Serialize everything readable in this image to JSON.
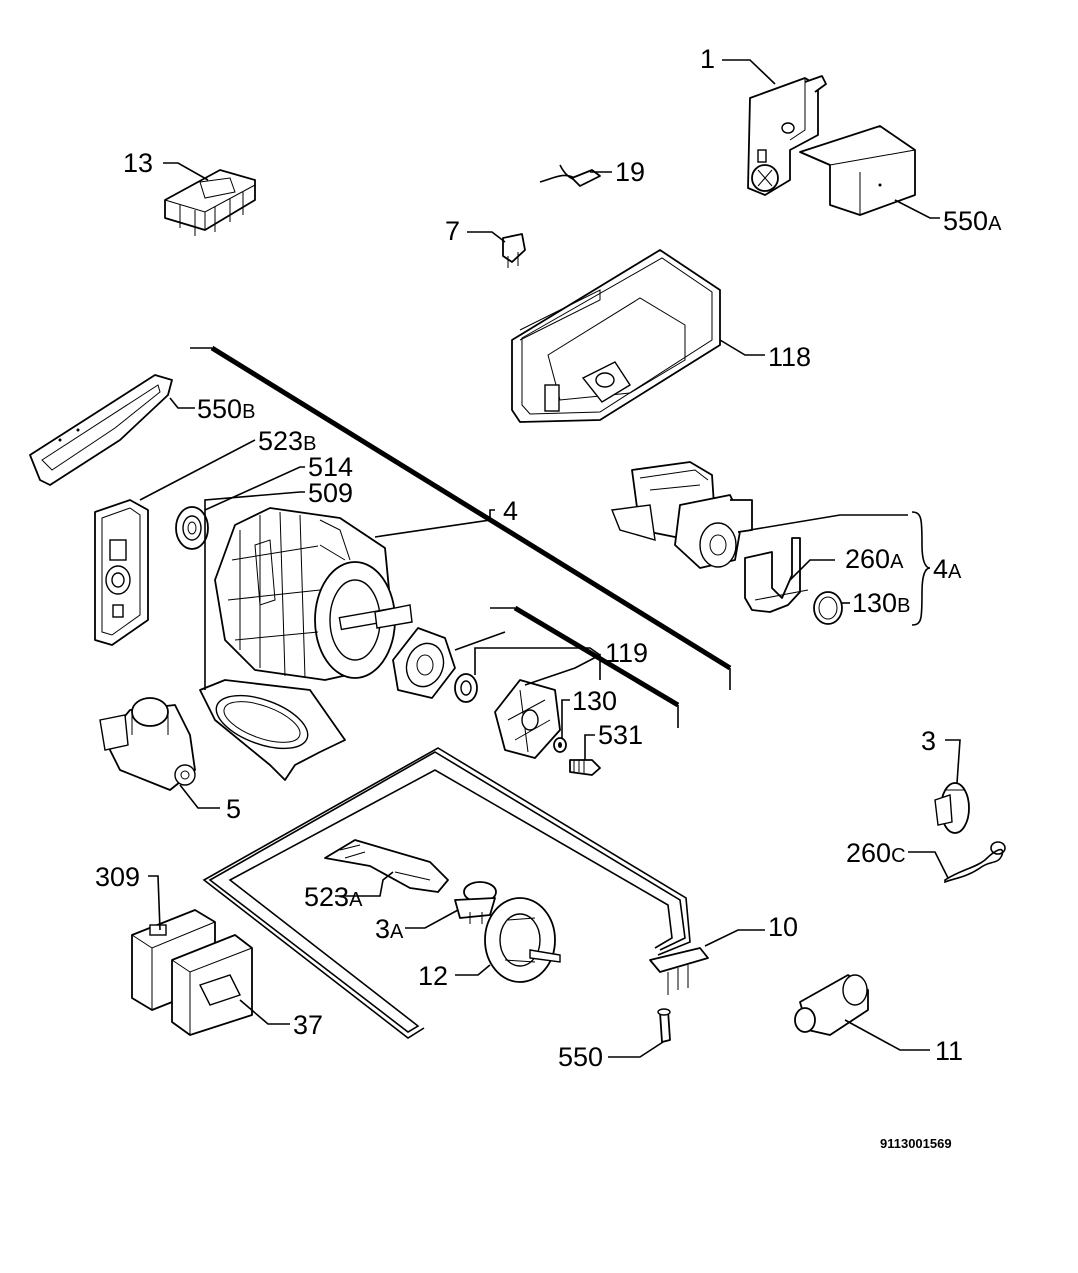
{
  "diagram": {
    "document_number": "9113001569",
    "labels": {
      "p1": {
        "main": "1",
        "suffix": ""
      },
      "p550A": {
        "main": "550",
        "suffix": "A"
      },
      "p13": {
        "main": "13",
        "suffix": ""
      },
      "p19": {
        "main": "19",
        "suffix": ""
      },
      "p7": {
        "main": "7",
        "suffix": ""
      },
      "p118": {
        "main": "118",
        "suffix": ""
      },
      "p550B": {
        "main": "550",
        "suffix": "B"
      },
      "p523B": {
        "main": "523",
        "suffix": "B"
      },
      "p514": {
        "main": "514",
        "suffix": ""
      },
      "p509": {
        "main": "509",
        "suffix": ""
      },
      "p4": {
        "main": "4",
        "suffix": ""
      },
      "p260A": {
        "main": "260",
        "suffix": "A"
      },
      "p4A": {
        "main": "4",
        "suffix": "A"
      },
      "p130B": {
        "main": "130",
        "suffix": "B"
      },
      "p119": {
        "main": "119",
        "suffix": ""
      },
      "p130": {
        "main": "130",
        "suffix": ""
      },
      "p531": {
        "main": "531",
        "suffix": ""
      },
      "p5": {
        "main": "5",
        "suffix": ""
      },
      "p3": {
        "main": "3",
        "suffix": ""
      },
      "p260C": {
        "main": "260",
        "suffix": "C"
      },
      "p309": {
        "main": "309",
        "suffix": ""
      },
      "p523A": {
        "main": "523",
        "suffix": "A"
      },
      "p3A": {
        "main": "3",
        "suffix": "A"
      },
      "p10": {
        "main": "10",
        "suffix": ""
      },
      "p12": {
        "main": "12",
        "suffix": ""
      },
      "p37": {
        "main": "37",
        "suffix": ""
      },
      "p550": {
        "main": "550",
        "suffix": ""
      },
      "p11": {
        "main": "11",
        "suffix": ""
      }
    }
  }
}
